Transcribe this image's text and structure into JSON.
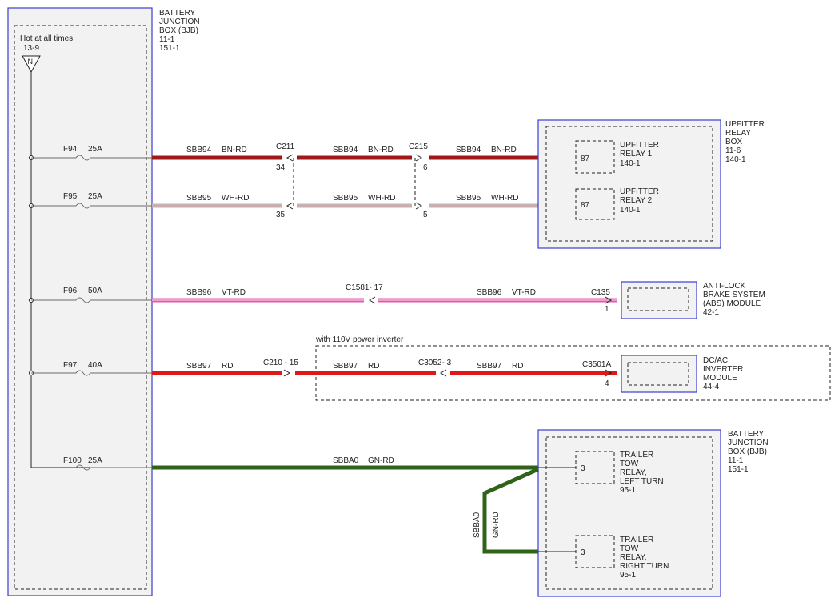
{
  "bjb": {
    "title": [
      "BATTERY",
      "JUNCTION",
      "BOX (BJB)",
      "11-1",
      "151-1"
    ],
    "hot_label": "Hot at all times",
    "hot_ref": "13-9",
    "hot_symbol": "N"
  },
  "fuses": [
    {
      "name": "F94",
      "rating": "25A"
    },
    {
      "name": "F95",
      "rating": "25A"
    },
    {
      "name": "F96",
      "rating": "50A"
    },
    {
      "name": "F97",
      "rating": "40A"
    },
    {
      "name": "F100",
      "rating": "25A"
    }
  ],
  "circuits": {
    "sbb94": {
      "code": "SBB94",
      "color": "BN-RD"
    },
    "sbb95": {
      "code": "SBB95",
      "color": "WH-RD"
    },
    "sbb96": {
      "code": "SBB96",
      "color": "VT-RD"
    },
    "sbb97": {
      "code": "SBB97",
      "color": "RD"
    },
    "sbba0": {
      "code": "SBBA0",
      "color": "GN-RD"
    }
  },
  "connectors": {
    "c211": {
      "name": "C211",
      "pin_a": "34",
      "pin_b": "35"
    },
    "c215": {
      "name": "C215",
      "pin_a": "6",
      "pin_b": "5"
    },
    "c1581": {
      "name": "C1581- 17"
    },
    "c135": {
      "name": "C135",
      "pin": "1"
    },
    "c210": {
      "name": "C210 - 15"
    },
    "c3052": {
      "name": "C3052- 3"
    },
    "c3501a": {
      "name": "C3501A",
      "pin": "4"
    }
  },
  "upfitter_box": {
    "title": [
      "UPFITTER",
      "RELAY",
      "BOX",
      "11-6",
      "140-1"
    ],
    "relay1": {
      "pin": "87",
      "label": [
        "UPFITTER",
        "RELAY 1",
        "140-1"
      ]
    },
    "relay2": {
      "pin": "87",
      "label": [
        "UPFITTER",
        "RELAY 2",
        "140-1"
      ]
    }
  },
  "abs": {
    "label": [
      "ANTI-LOCK",
      "BRAKE SYSTEM",
      "(ABS) MODULE",
      "42-1"
    ]
  },
  "inverter": {
    "option_label": "with 110V power inverter",
    "label": [
      "DC/AC",
      "INVERTER",
      "MODULE",
      "44-4"
    ]
  },
  "trailer_bjb": {
    "title": [
      "BATTERY",
      "JUNCTION",
      "BOX (BJB)",
      "11-1",
      "151-1"
    ],
    "left": {
      "pin": "3",
      "label": [
        "TRAILER",
        "TOW",
        "RELAY,",
        "LEFT TURN",
        "95-1"
      ]
    },
    "right": {
      "pin": "3",
      "label": [
        "TRAILER",
        "TOW",
        "RELAY,",
        "RIGHT TURN",
        "95-1"
      ]
    }
  },
  "colors": {
    "bn_rd": "#a01818",
    "wh_rd_outer": "#b9b9b9",
    "vt_rd": "#e05aa8",
    "rd": "#e01818",
    "gn_rd": "#2f6418",
    "box_border": "#3b3bd6",
    "box_fill": "#f2f2f2"
  }
}
